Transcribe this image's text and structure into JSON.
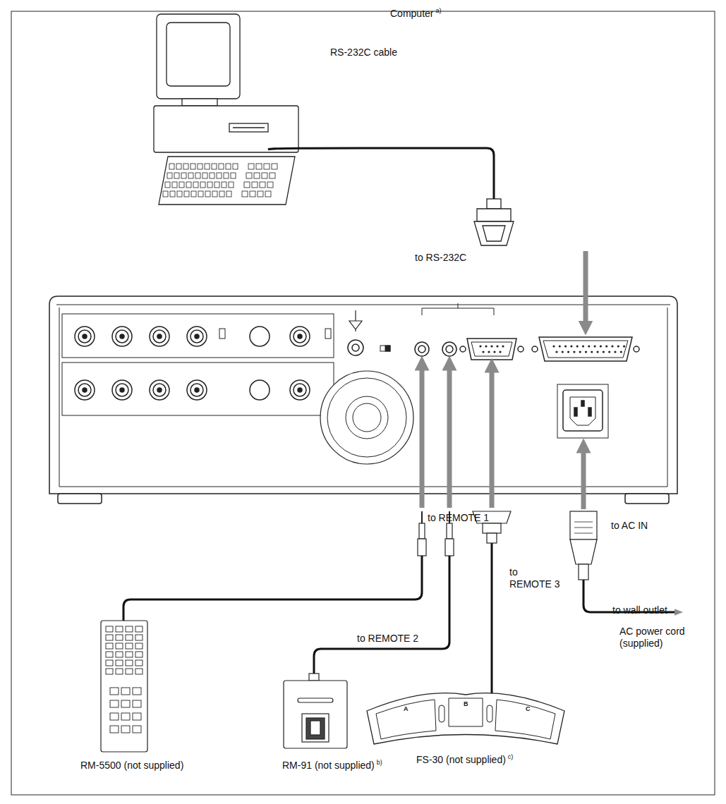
{
  "diagram": {
    "nodes": [
      {
        "text": [
          "Computer",
          "a)"
        ]
      },
      {
        "text": [
          "RM-5500 (not supplied)"
        ]
      },
      {
        "text": [
          "RM-91 (not supplied)",
          "b)"
        ]
      },
      {
        "text": [
          "FS-30 (not supplied)",
          "c)"
        ]
      }
    ],
    "labels": [
      "RS-232C cable",
      "to RS-232C",
      "to REMOTE 1",
      "to REMOTE 2",
      "to REMOTE 3",
      "to AC IN",
      "to wall outlet",
      "AC power cord (supplied)",
      "A",
      "B",
      "C"
    ]
  }
}
